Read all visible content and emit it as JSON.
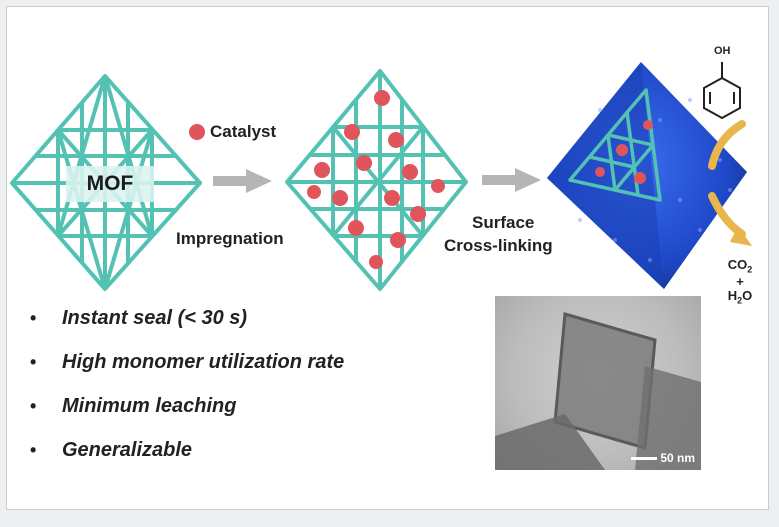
{
  "labels": {
    "mof": "MOF",
    "catalyst": "Catalyst",
    "impregnation": "Impregnation",
    "surface": "Surface",
    "cross_linking": "Cross-linking",
    "oh": "OH",
    "co2_main": "CO",
    "co2_sub": "2",
    "plus": "+",
    "h2o_h": "H",
    "h2o_sub": "2",
    "h2o_o": "O",
    "scale_bar": "50 nm"
  },
  "bullets": [
    "Instant seal (< 30 s)",
    "High monomer utilization rate",
    "Minimum leaching",
    "Generalizable"
  ],
  "colors": {
    "framework": "#53c2b3",
    "catalyst": "#e0555c",
    "polymer_shell": "#1f48c8",
    "arrow_gray": "#b5b5b5",
    "arrow_gold": "#e8b64a"
  }
}
